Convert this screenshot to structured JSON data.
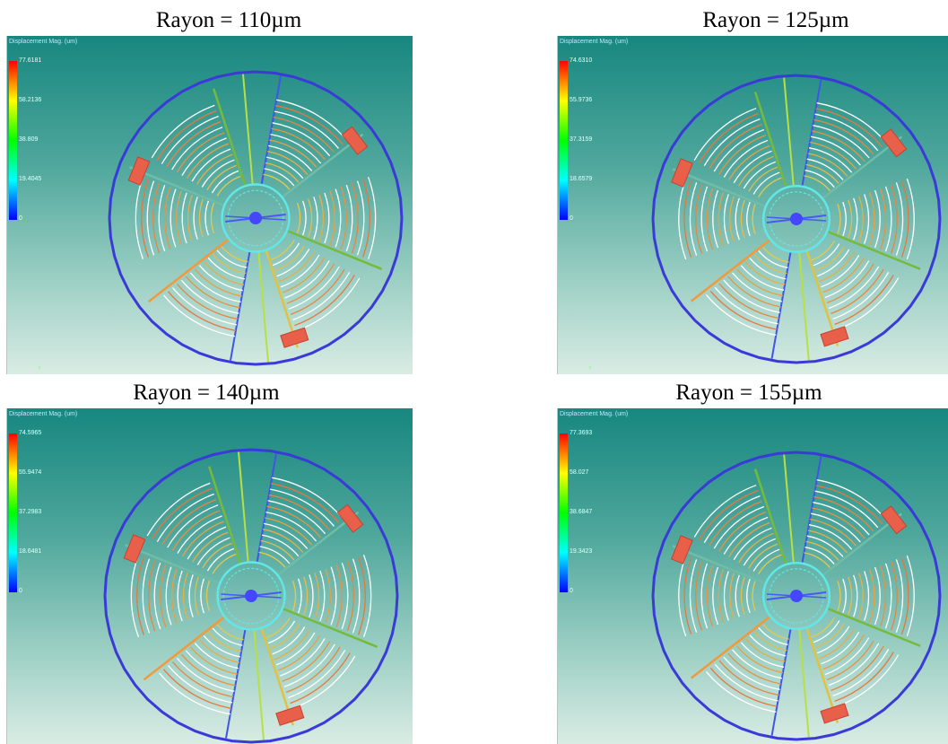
{
  "panels": [
    {
      "title": "Rayon = 110µm",
      "legend_title": "Displacement Mag. (um)",
      "legend_values": [
        "77.6181",
        "58.2136",
        "38.809",
        "19.4045",
        "0"
      ],
      "axis_label": "Y"
    },
    {
      "title": "Rayon = 125µm",
      "legend_title": "Displacement Mag. (um)",
      "legend_values": [
        "74.6310",
        "55.9736",
        "37.3159",
        "18.6579",
        "0"
      ],
      "axis_label": "Y"
    },
    {
      "title": "Rayon = 140µm",
      "legend_title": "Displacement Mag. (um)",
      "legend_values": [
        "74.5965",
        "55.9474",
        "37.2983",
        "18.6481",
        "0"
      ],
      "axis_label": ""
    },
    {
      "title": "Rayon = 155µm",
      "legend_title": "Displacement Mag. (um)",
      "legend_values": [
        "77.3693",
        "58.027",
        "38.6847",
        "19.3423",
        "0"
      ],
      "axis_label": ""
    }
  ],
  "colors": {
    "ring": "#3a3ad8",
    "hub_ring": "#5fe8ea",
    "hub": "#4646ff",
    "anchor": "#e8604a",
    "fingers": "#ffffff"
  },
  "icons": [
    "color-scale-legend",
    "mems-structure-render"
  ]
}
